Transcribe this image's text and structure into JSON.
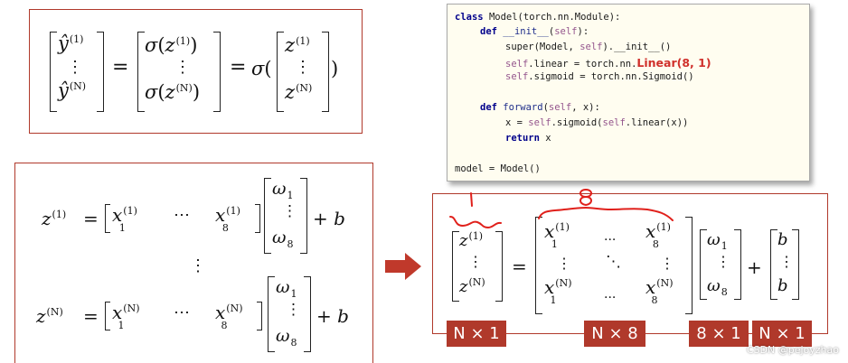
{
  "eq1": {
    "yhat1": "ŷ",
    "sup1": "(1)",
    "vdots": "⋮",
    "yhatN": "ŷ",
    "supN": "(N)",
    "eq": "=",
    "sigma": "σ",
    "z": "z"
  },
  "eq2": {
    "z": "z",
    "sup1": "(1)",
    "supN": "(N)",
    "x": "x",
    "sub1": "1",
    "sub8": "8",
    "cdots": "⋯",
    "w": "ω",
    "plus_b": "+ b",
    "vdots": "⋮",
    "eq": "="
  },
  "code": {
    "lines": [
      "class Model(torch.nn.Module):",
      "    def __init__(self):",
      "        super(Model, self).__init__()",
      "        self.linear = torch.nn.",
      "        self.sigmoid = torch.nn.Sigmoid()",
      "",
      "    def forward(self, x):",
      "        x = self.sigmoid(self.linear(x))",
      "        return x",
      "",
      "model = Model()"
    ],
    "highlight": "Linear(8, 1)"
  },
  "eq3": {
    "z": "z",
    "sup1": "(1)",
    "supN": "(N)",
    "x": "x",
    "sub1": "1",
    "sub8": "8",
    "dots": "...",
    "ddots": "⋱",
    "vdots": "⋮",
    "w": "ω",
    "b": "b",
    "eq": "=",
    "plus": "+"
  },
  "badges": [
    "N × 1",
    "N × 8",
    "8 × 1",
    "N × 1"
  ],
  "watermark": "CSDN @pejoyzhao",
  "colors": {
    "accent": "#b0392b",
    "arrow": "#c0392b",
    "annotation": "#e0201b",
    "code_bg": "#fffdf0"
  }
}
